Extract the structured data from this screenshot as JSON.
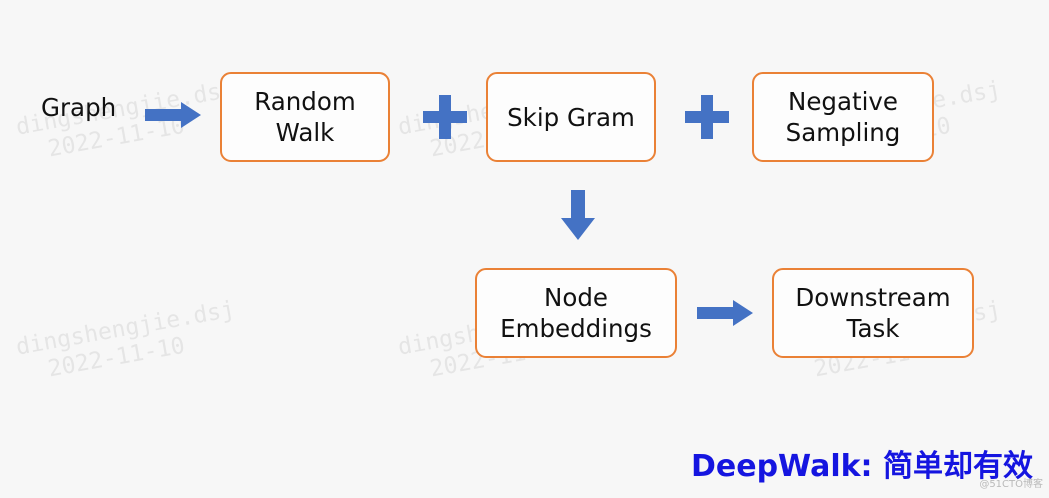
{
  "watermark": {
    "line1": "dingshengjie.dsj",
    "line2": "2022-11-10"
  },
  "nodes": {
    "graph": "Graph",
    "random_walk": {
      "line1": "Random",
      "line2": "Walk"
    },
    "skip_gram": "Skip Gram",
    "negative_sampling": {
      "line1": "Negative",
      "line2": "Sampling"
    },
    "node_embeddings": {
      "line1": "Node",
      "line2": "Embeddings"
    },
    "downstream_task": {
      "line1": "Downstream",
      "line2": "Task"
    }
  },
  "footer": {
    "title": "DeepWalk: 简单却有效"
  },
  "credit": "@51CTO博客",
  "colors": {
    "box_border": "#ea8136",
    "arrow": "#4472c4",
    "title": "#1515e0"
  },
  "icons": [
    "arrow-right-icon",
    "plus-icon",
    "arrow-down-icon"
  ]
}
